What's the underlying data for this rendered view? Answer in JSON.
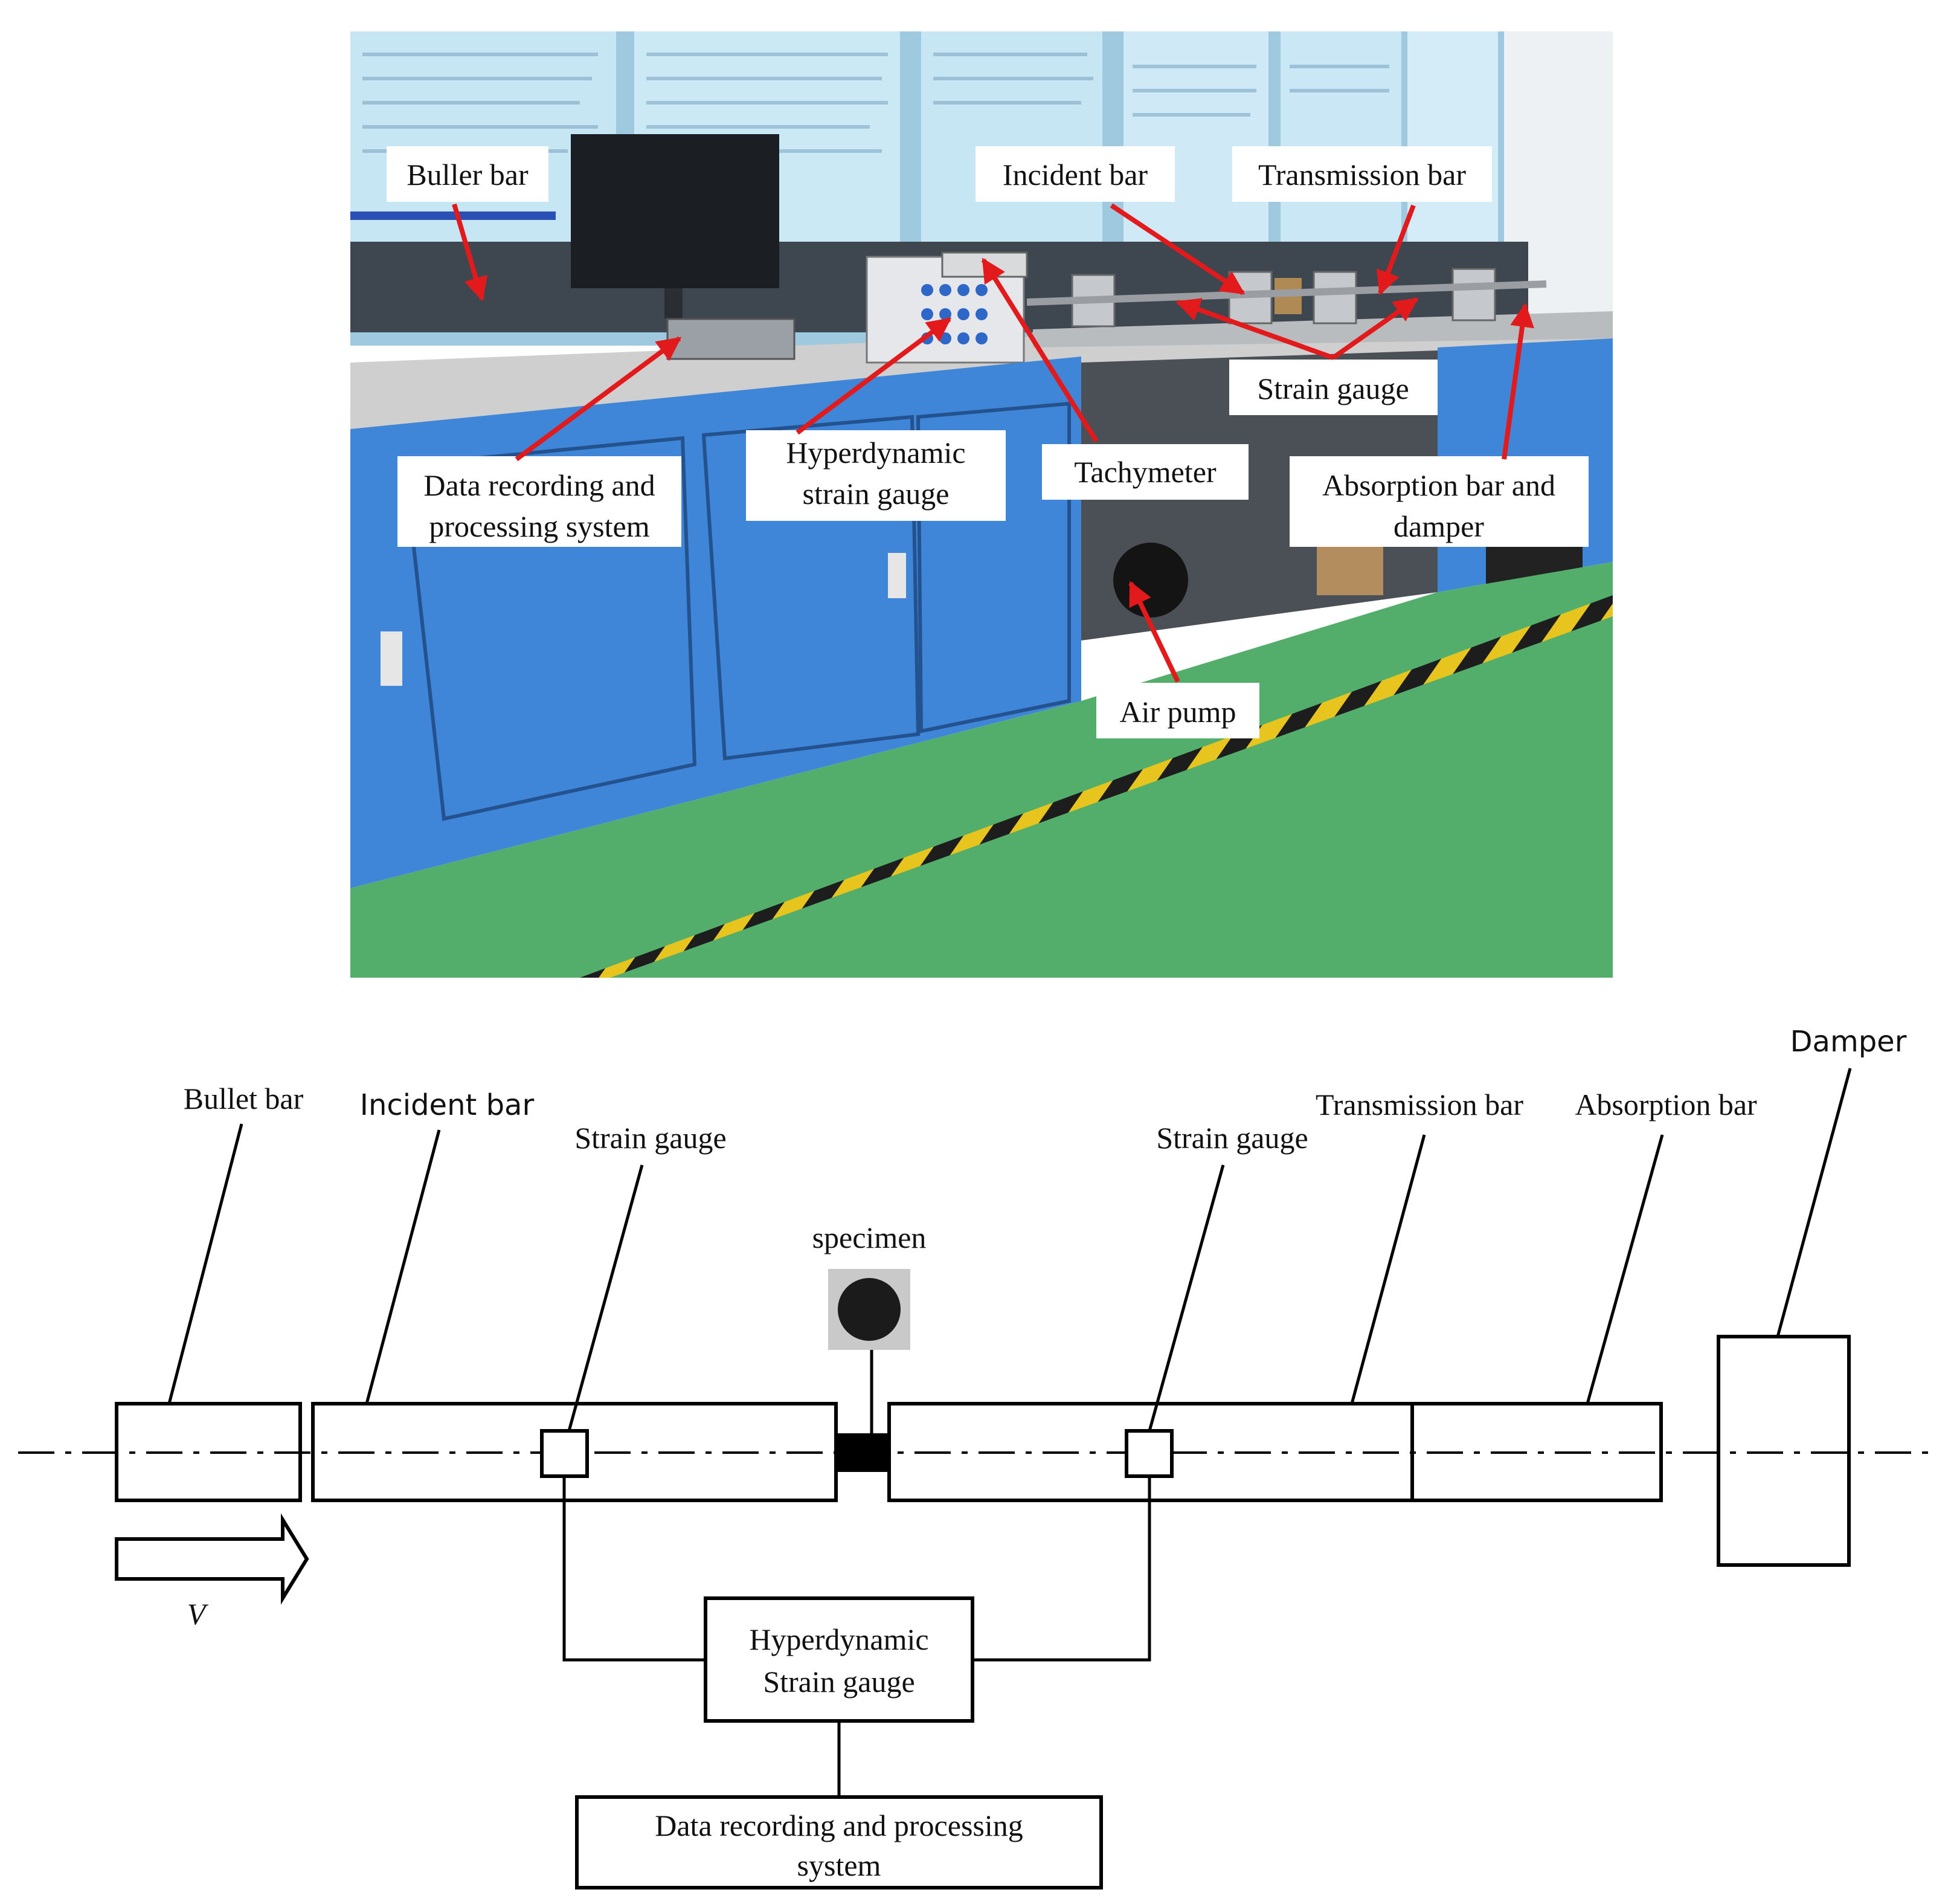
{
  "photo": {
    "labels": {
      "buller_bar": "Buller bar",
      "incident_bar": "Incident bar",
      "transmission_bar": "Transmission bar",
      "strain_gauge": "Strain gauge",
      "data_recording_l1": "Data recording and",
      "data_recording_l2": "processing system",
      "hyperdynamic_l1": "Hyperdynamic",
      "hyperdynamic_l2": "strain gauge",
      "tachymeter": "Tachymeter",
      "absorption_l1": "Absorption bar and",
      "absorption_l2": "damper",
      "air_pump": "Air pump"
    },
    "colors": {
      "arrow": "#e31a1c",
      "cabinet": "#3f86d9",
      "floor": "#52ae6a",
      "screen": "#bfe3f2",
      "counter": "#cfcfcf",
      "hazard_yellow": "#e8c51e"
    }
  },
  "schematic": {
    "labels": {
      "bullet_bar": "Bullet bar",
      "incident_bar": "Incident bar",
      "strain_gauge_left": "Strain gauge",
      "strain_gauge_right": "Strain gauge",
      "specimen": "specimen",
      "transmission_bar": "Transmission bar",
      "absorption_bar": "Absorption bar",
      "damper": "Damper",
      "velocity": "V",
      "hyperdynamic_l1": "Hyperdynamic",
      "hyperdynamic_l2": "Strain gauge",
      "data_l1": "Data recording and processing",
      "data_l2": "system"
    }
  }
}
